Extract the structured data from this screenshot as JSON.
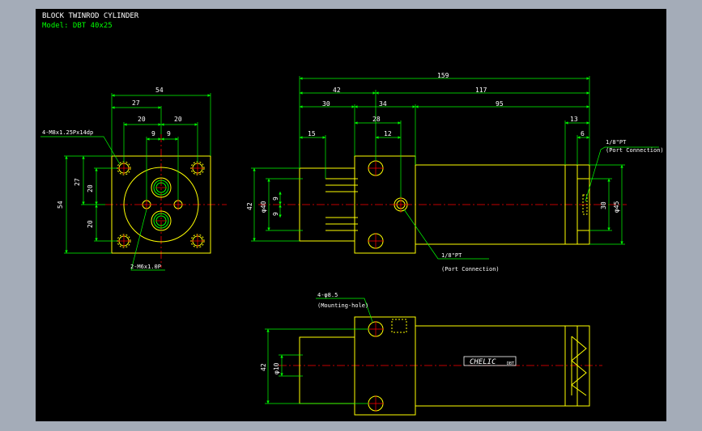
{
  "title": "BLOCK TWINROD CYLINDER",
  "model": "Model: DBT 40x25",
  "colors": {
    "viewport_bg": "#000000",
    "outline": "#ffff00",
    "dimension": "#00ff00",
    "centerline": "#ff0000",
    "text": "#ffffff"
  },
  "front_view": {
    "dims": {
      "overall_width": "54",
      "half_width": "27",
      "port_spacing_left": "20",
      "port_spacing_right": "20",
      "rod_offset_left": "9",
      "rod_offset_right": "9",
      "overall_height": "54",
      "half_height": "27",
      "vert_upper": "20",
      "vert_lower": "20"
    },
    "callouts": {
      "thread_holes": "4-M8x1.25Px14dp",
      "rod_threads": "2-M6x1.0P"
    }
  },
  "side_view": {
    "dims": {
      "overall_length": "159",
      "block_to_tube": "42",
      "tube_length": "117",
      "rod_extension": "30",
      "block_length": "34",
      "tube_body": "95",
      "rod_end": "15",
      "port_offset": "12",
      "port_position": "28",
      "end_cap": "13",
      "end_port": "6",
      "height": "42",
      "rod_dia": "φ40",
      "rod_upper": "9",
      "rod_lower": "9",
      "bore": "30",
      "tube_dia": "φ45"
    },
    "callouts": {
      "rear_port": "1/8\"PT",
      "rear_port_note": "(Port Connection)",
      "front_port": "1/8\"PT",
      "front_port_note": "(Port Connection)"
    }
  },
  "top_view": {
    "dims": {
      "height": "42",
      "rod_dia": "φ10"
    },
    "callouts": {
      "mounting_holes": "4-φ8.5",
      "mounting_note": "(Mounting-hole)"
    },
    "nameplate": {
      "brand": "CHELIC",
      "code": "DBT"
    }
  }
}
